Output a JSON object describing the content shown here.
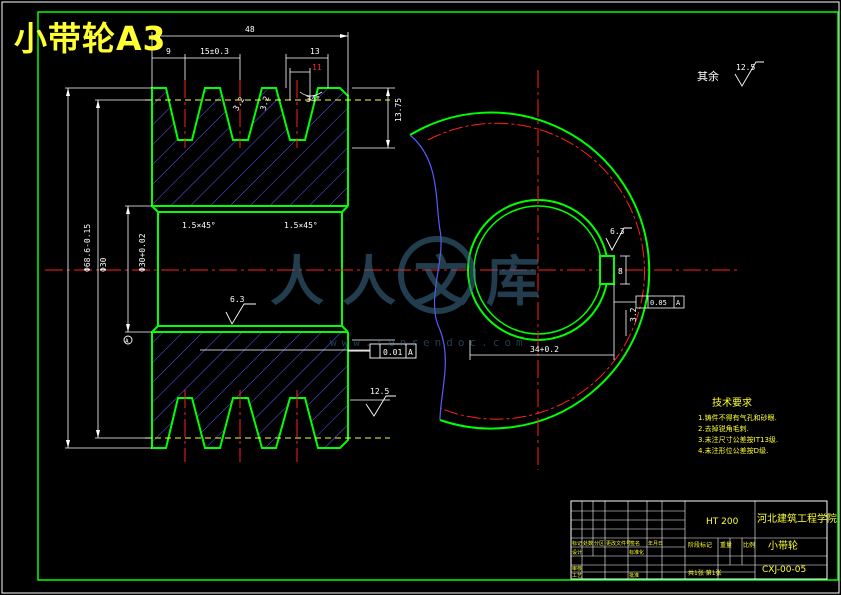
{
  "document_title": "小带轮A3",
  "colors": {
    "background": "#000000",
    "outline": "#00ff00",
    "center_line": "#ff2020",
    "dimension": "#ffffff",
    "hatch": "#5a5aff",
    "hidden_line": "#ffff33",
    "title_text": "#ffff33",
    "table_text": "#ffff33",
    "watermark": "#3f6f8f"
  },
  "dimensions": {
    "total_width": "48",
    "groove_offset": "9",
    "groove_pitch": "15±0.3",
    "groove_top_width": "13",
    "groove_width": "11",
    "groove_angle": "34°",
    "groove_depth": "13.75",
    "outer_diameter": "Φ68.6-0.15",
    "inner_diameter": "Φ30",
    "bore_diameter": "Φ30+0.02",
    "chamfer_left": "1.5×45°",
    "chamfer_right": "1.5×45°",
    "roughness_bore": "6.3",
    "roughness_face": "12.5",
    "roughness_keyway": "6.3",
    "runout_tolerance": "0.01",
    "runout_datum": "A",
    "keyway_width": "8",
    "keyway_depth": "34+0.2",
    "keyway_symmetry": "0.05",
    "keyway_symmetry_datum": "A",
    "keyway_roughness_side": "3.2",
    "groove_small_label": "3.2",
    "datum_label": "A"
  },
  "surface_note": {
    "label": "其余",
    "value": "12.5"
  },
  "technical_requirements": {
    "title": "技术要求",
    "items": [
      "1.铸件不得有气孔和砂眼.",
      "2.去掉锐角毛刺.",
      "3.未注尺寸公差按IT13级.",
      "4.未注形位公差按D级."
    ]
  },
  "title_block": {
    "material": "HT 200",
    "school": "河北建筑工程学院",
    "part_name": "小带轮",
    "drawing_number": "CXJ-00-05",
    "stage_label": "阶段标记",
    "weight_label": "重量",
    "scale_label": "比例",
    "sheet_info": "共1张 第1张",
    "row_labels": [
      "标记",
      "设计",
      "审核",
      "工艺"
    ],
    "col_labels": [
      "处数",
      "分区",
      "更改文件号",
      "签名",
      "年月日"
    ],
    "design_name": "标准化",
    "approve_label": "批准"
  },
  "watermark": {
    "text": "人人文库",
    "url": "www.renrendoc.com"
  }
}
